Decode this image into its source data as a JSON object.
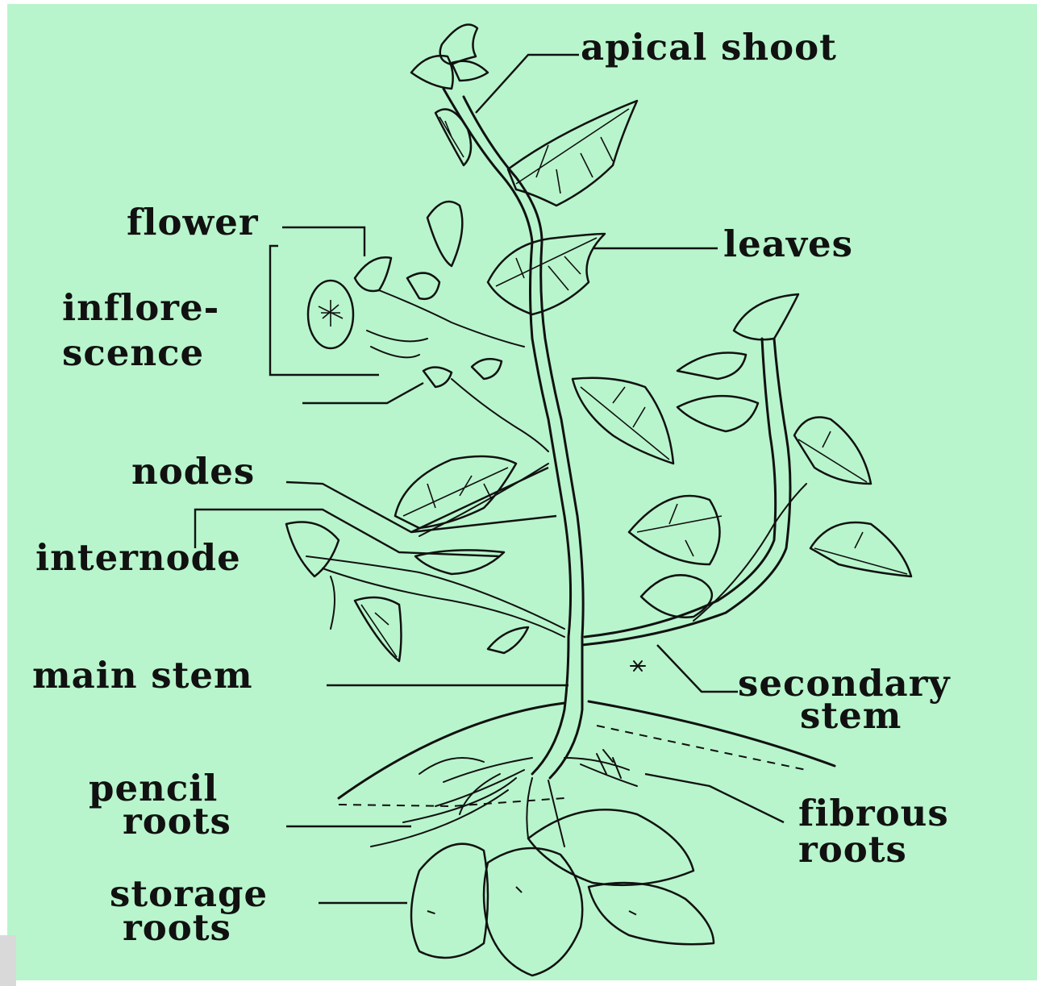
{
  "labels": {
    "apical_shoot": "apical shoot",
    "leaves": "leaves",
    "flower": "flower",
    "inflorescence_1": "inflore-",
    "inflorescence_2": "scence",
    "nodes": "nodes",
    "internode": "internode",
    "main_stem": "main stem",
    "secondary_stem_1": "secondary",
    "secondary_stem_2": "stem",
    "pencil_roots_1": "pencil",
    "pencil_roots_2": "roots",
    "fibrous_roots_1": "fibrous",
    "fibrous_roots_2": "roots",
    "storage_roots_1": "storage",
    "storage_roots_2": "roots"
  },
  "colors": {
    "background": "#b8f5cc",
    "ink": "#111111"
  }
}
